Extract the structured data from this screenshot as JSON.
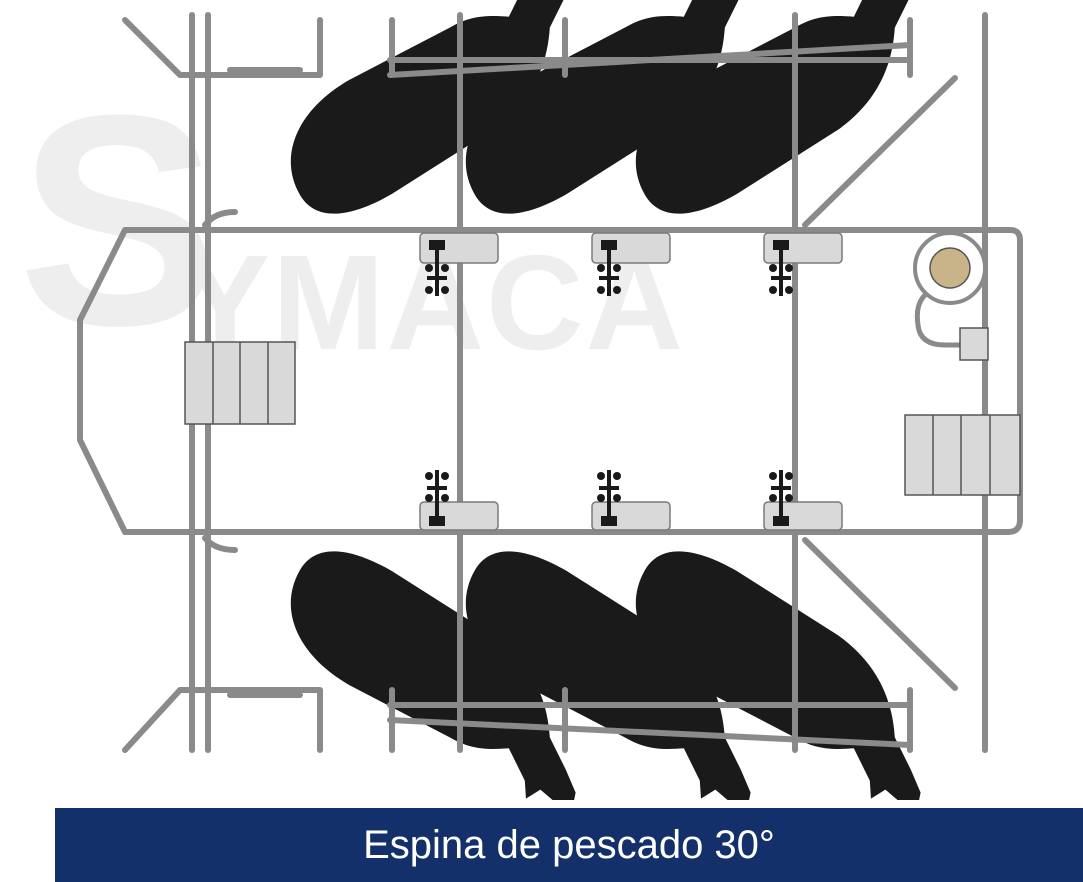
{
  "watermark": {
    "first_letter": "S",
    "rest": "YMACA"
  },
  "caption": {
    "text": "Espina de pescado 30°"
  },
  "colors": {
    "rail": "#8a8a8a",
    "rail_fill": "#ffffff",
    "animal": "#1a1a1a",
    "feeder": "#d9d9d9",
    "cup_tank": "#c9b48a",
    "caption_bg": "#13306a",
    "caption_text": "#ffffff",
    "watermark": "#eeeeee"
  },
  "diagram": {
    "layout": "herringbone milking parlour, 30° angle",
    "cows_per_side": 3,
    "milking_units_per_side": 3,
    "icons": [
      "cow-icon",
      "milking-unit-icon",
      "stairs-icon",
      "milk-tank-icon"
    ]
  }
}
